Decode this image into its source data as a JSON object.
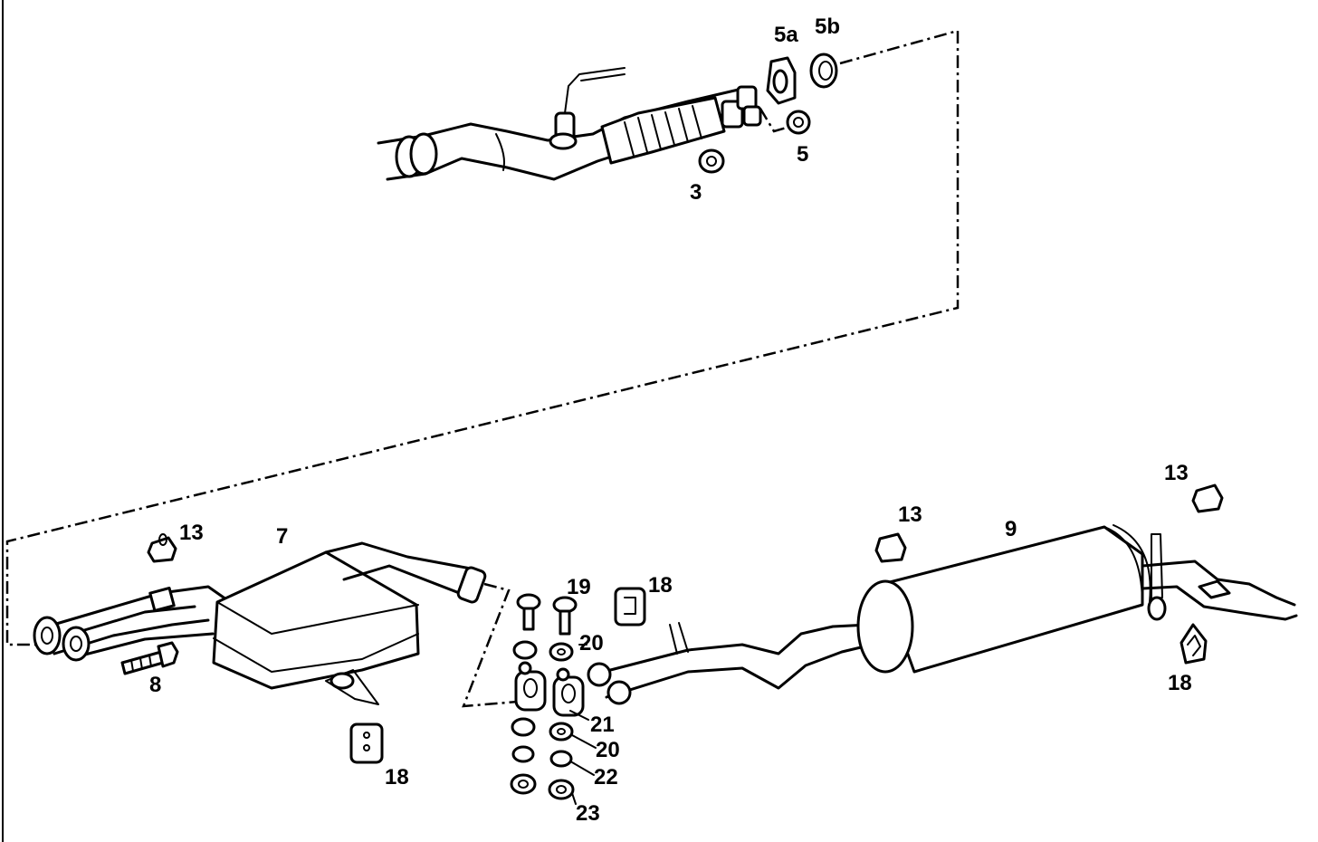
{
  "diagram": {
    "colors": {
      "ink": "#000000",
      "paper": "#ffffff"
    },
    "labels": {
      "p3": "3",
      "p5": "5",
      "p5a": "5a",
      "p5b": "5b",
      "p7": "7",
      "p8": "8",
      "p9": "9",
      "p13a": "13",
      "p13b": "13",
      "p13c": "13",
      "p18a": "18",
      "p18b": "18",
      "p18c": "18",
      "p19": "19",
      "p20a": "20",
      "p20b": "20",
      "p21": "21",
      "p22": "22",
      "p23": "23"
    }
  }
}
